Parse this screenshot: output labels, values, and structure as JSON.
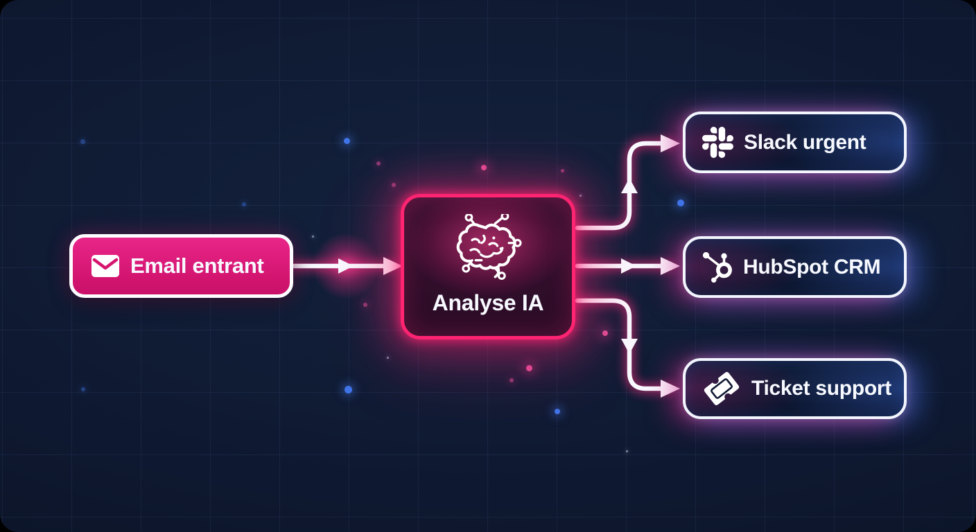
{
  "canvas": {
    "background": "#0d1628",
    "grid_color": "#8aaaff",
    "accent_pink": "#ff2a74",
    "accent_blue": "#4a7dff",
    "node_pink": "#d6156f",
    "wire_color": "#ffffff"
  },
  "flow": {
    "source": {
      "label": "Email entrant",
      "icon": "envelope-icon"
    },
    "processor": {
      "label": "Analyse IA",
      "icon": "brain-circuit-icon"
    },
    "outputs": [
      {
        "label": "Slack urgent",
        "icon": "slack-icon"
      },
      {
        "label": "HubSpot CRM",
        "icon": "hubspot-icon"
      },
      {
        "label": "Ticket support",
        "icon": "ticket-icon"
      }
    ]
  }
}
